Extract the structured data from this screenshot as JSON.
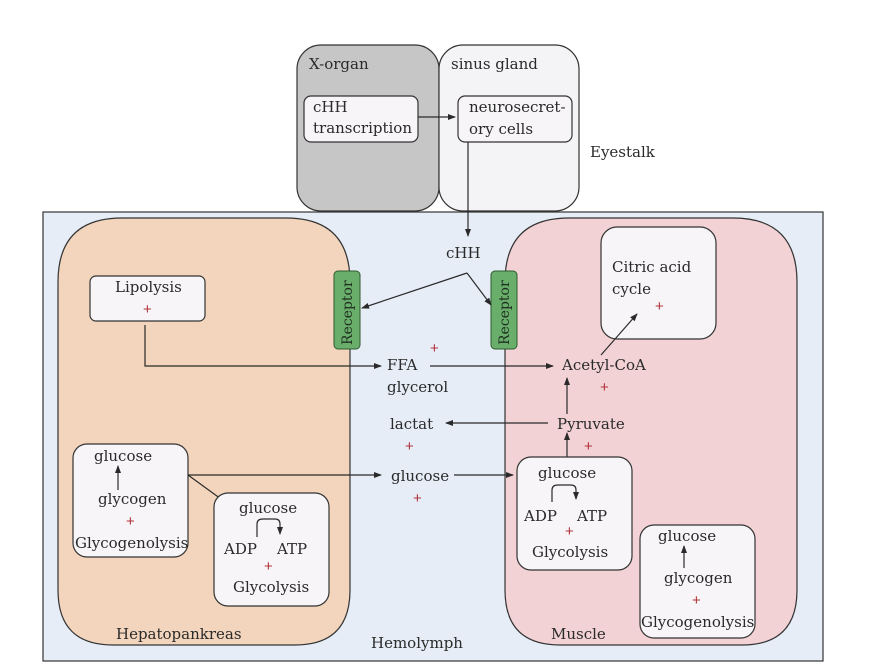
{
  "title": "cHH regulation of energy metabolism",
  "colors": {
    "xorgan": "#c6c6c6",
    "sinus": "#f4f4f6",
    "hemolymph": "#e6edf7",
    "hepatopankreas": "#f2d5bc",
    "muscle": "#f2d2d4",
    "inner_box": "#f7f5f7",
    "receptor": "#6aae6c",
    "plus": "#b0323a"
  },
  "eyestalk": {
    "label": "Eyestalk",
    "xorgan": {
      "label": "X-organ",
      "box": [
        "cHH",
        "transcription"
      ]
    },
    "sinus": {
      "label": "sinus gland",
      "box": [
        "neurosecret-",
        "ory cells"
      ]
    }
  },
  "hemolymph": {
    "label": "Hemolymph",
    "chh": "cHH",
    "ffa": "FFA",
    "glycerol": "glycerol",
    "lactat": "lactat",
    "glucose": "glucose",
    "plus": "+"
  },
  "receptor": "Receptor",
  "hepatopankreas": {
    "label": "Hepatopankreas",
    "lipolysis": {
      "label": "Lipolysis",
      "plus": "+"
    },
    "glycogenolysis": {
      "top": "glucose",
      "mid": "glycogen",
      "plus": "+",
      "bottom": "Glycogenolysis"
    },
    "glycolysis": {
      "top": "glucose",
      "adp": "ADP",
      "atp": "ATP",
      "plus": "+",
      "bottom": "Glycolysis"
    }
  },
  "muscle": {
    "label": "Muscle",
    "citric": {
      "line1": "Citric acid",
      "line2": "cycle",
      "plus": "+"
    },
    "acetyl": "Acetyl-CoA",
    "pyruvate": "Pyruvate",
    "plus": "+",
    "glycolysis": {
      "top": "glucose",
      "adp": "ADP",
      "atp": "ATP",
      "plus": "+",
      "bottom": "Glycolysis"
    },
    "glycogenolysis": {
      "top": "glucose",
      "mid": "glycogen",
      "plus": "+",
      "bottom": "Glycogenolysis"
    }
  }
}
